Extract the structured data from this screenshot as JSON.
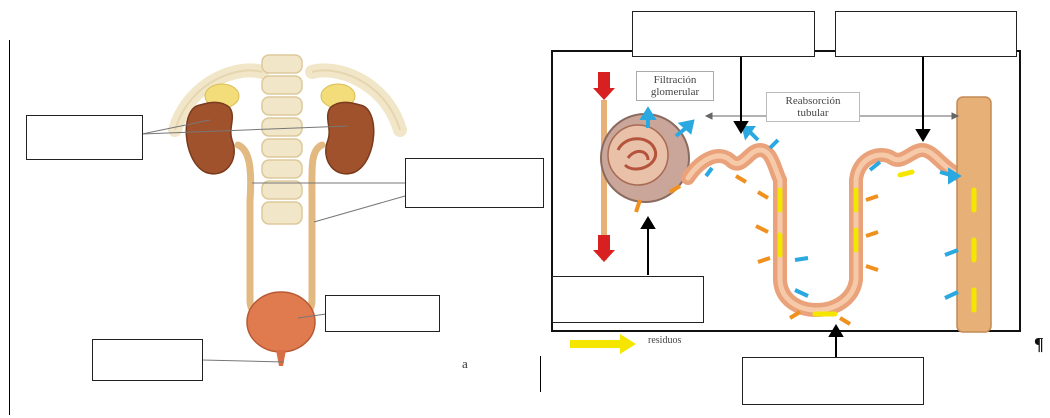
{
  "figure_labels": {
    "filtration": [
      "Filtración",
      "glomerular"
    ],
    "reabsorption": [
      "Reabsorción",
      "tubular"
    ],
    "legend_text": "residuos",
    "letter_a": "a",
    "pilcrow": "¶"
  },
  "answer_boxes": {
    "kidney": "",
    "ureter": "",
    "bladder": "",
    "urethra": "",
    "top_left": "",
    "top_right": "",
    "glomerulus": "",
    "loop": ""
  },
  "colors": {
    "kidney": "#a0522d",
    "adrenal": "#f3dc7a",
    "spine": "#f2e6c8",
    "ureter": "#e2b981",
    "bladder": "#e07a4f",
    "tubule": "#e9a27a",
    "vessel": "#e7b077",
    "arrow_blue": "#29a9e0",
    "arrow_orange": "#f0901e",
    "arrow_yellow": "#f5e600",
    "arrow_red": "#d92020"
  }
}
